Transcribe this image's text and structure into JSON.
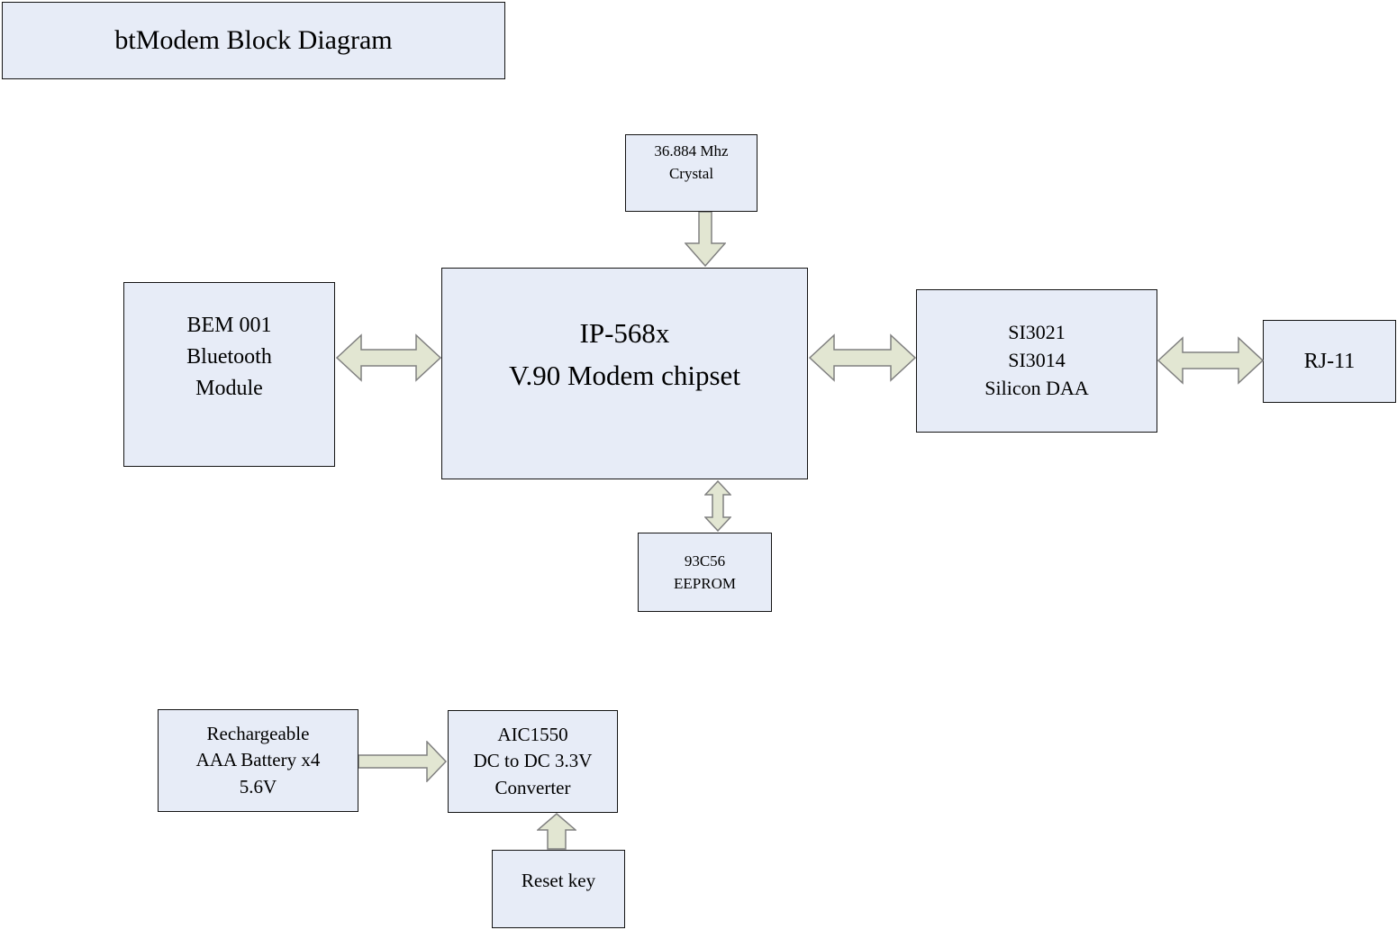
{
  "diagram": {
    "title": {
      "label": "btModem Block Diagram"
    },
    "nodes": {
      "crystal": {
        "label": "36.884 Mhz\nCrystal"
      },
      "bluetooth": {
        "label": "BEM 001\nBluetooth\nModule"
      },
      "modem": {
        "label": "IP-568x\nV.90 Modem chipset"
      },
      "daa": {
        "label": "SI3021\nSI3014\nSilicon DAA"
      },
      "rj11": {
        "label": "RJ-11"
      },
      "eeprom": {
        "label": "93C56\nEEPROM"
      },
      "battery": {
        "label": "Rechargeable\nAAA Battery x4\n5.6V"
      },
      "converter": {
        "label": "AIC1550\nDC to DC 3.3V\nConverter"
      },
      "reset": {
        "label": "Reset key"
      }
    },
    "connections": [
      {
        "from": "crystal",
        "to": "modem",
        "direction": "one-way"
      },
      {
        "from": "bluetooth",
        "to": "modem",
        "direction": "two-way"
      },
      {
        "from": "modem",
        "to": "daa",
        "direction": "two-way"
      },
      {
        "from": "daa",
        "to": "rj11",
        "direction": "two-way"
      },
      {
        "from": "modem",
        "to": "eeprom",
        "direction": "two-way"
      },
      {
        "from": "battery",
        "to": "converter",
        "direction": "one-way"
      },
      {
        "from": "reset",
        "to": "converter",
        "direction": "one-way"
      }
    ],
    "colors": {
      "node_fill": "#e7ecf7",
      "node_border": "#141414",
      "arrow_fill": "#e2e6d2",
      "arrow_border": "#808080",
      "background": "#ffffff"
    }
  }
}
